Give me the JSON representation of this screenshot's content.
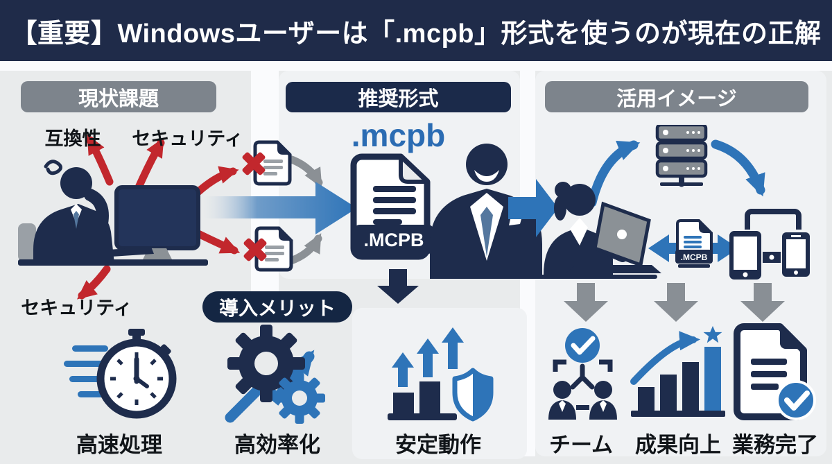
{
  "banner": {
    "title": "【重要】Windowsユーザーは「.mcpb」形式を使うのが現在の正解"
  },
  "columns": {
    "current": {
      "header": "現状課題",
      "labels": {
        "compatibility": "互換性",
        "security_top": "セキュリティ",
        "security_bottom": "セキュリティ"
      }
    },
    "recommended": {
      "header": "推奨形式",
      "format_name": ".mcpb",
      "file_badge": ".MCPB"
    },
    "usage": {
      "header": "活用イメージ",
      "file_badge": ".MCPB"
    }
  },
  "merits": {
    "header": "導入メリット",
    "items": [
      {
        "icon": "stopwatch-icon",
        "label": "高速処理"
      },
      {
        "icon": "gears-icon",
        "label": "高効率化"
      },
      {
        "icon": "growth-shield-icon",
        "label": "安定動作"
      }
    ]
  },
  "outcomes": {
    "items": [
      {
        "icon": "team-icon",
        "label": "チーム"
      },
      {
        "icon": "growth-chart-icon",
        "label": "成果向上"
      },
      {
        "icon": "document-check-icon",
        "label": "業務完了"
      }
    ]
  },
  "colors": {
    "banner_navy": "#1f2b49",
    "pill_navy": "#16294a",
    "pill_gray": "#7d848c",
    "accent_blue": "#2e74b8",
    "text_blue": "#2b6cb3",
    "alert_red": "#c2272d",
    "arrow_gray": "#8b9095",
    "background": "#e9ebec"
  }
}
